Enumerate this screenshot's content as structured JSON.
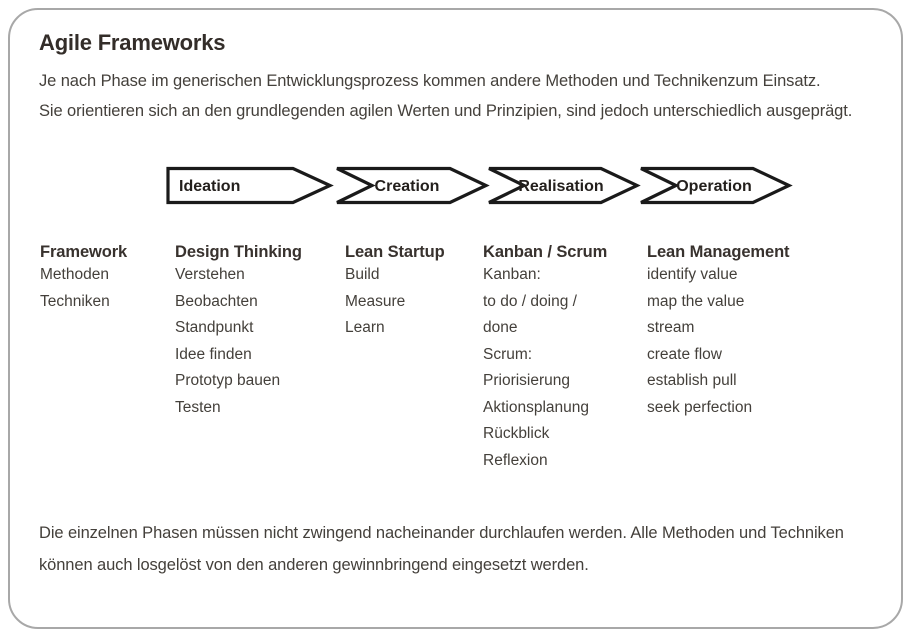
{
  "header": {
    "title": "Agile Frameworks",
    "intro_lines": [
      "Je nach Phase im generischen Entwicklungsprozess kommen andere Methoden und Technikenzum Einsatz.",
      "Sie orientieren sich an den grundlegenden agilen Werten und Prinzipien, sind jedoch unterschiedlich ausgeprägt."
    ]
  },
  "process": {
    "phases": [
      {
        "label": "Ideation"
      },
      {
        "label": "Creation"
      },
      {
        "label": "Realisation"
      },
      {
        "label": "Operation"
      }
    ]
  },
  "matrix": {
    "row_header": "Framework",
    "row_labels": [
      "Methoden",
      "Techniken"
    ],
    "frameworks": [
      {
        "header": "Design Thinking",
        "items": [
          "Verstehen",
          "Beobachten",
          "Standpunkt",
          "Idee finden",
          "Prototyp bauen",
          "Testen"
        ]
      },
      {
        "header": "Lean Startup",
        "items": [
          "Build",
          "Measure",
          "Learn"
        ]
      },
      {
        "header": "Kanban / Scrum",
        "items": [
          "Kanban:",
          "to do / doing /",
          "done",
          "Scrum:",
          "Priorisierung",
          "Aktionsplanung",
          "Rückblick",
          "Reflexion"
        ]
      },
      {
        "header": "Lean Management",
        "items": [
          "identify value",
          "map the value",
          "stream",
          "create flow",
          "establish pull",
          "seek perfection"
        ]
      }
    ]
  },
  "footer": {
    "lines": [
      "Die einzelnen Phasen müssen nicht zwingend nacheinander durchlaufen werden. Alle Methoden und Techniken",
      "können auch losgelöst von den anderen gewinnbringend eingesetzt werden."
    ]
  },
  "colors": {
    "text": "#44403b",
    "title": "#332d29",
    "arrow_stroke": "#1a1a1a",
    "card_border": "#a8a8a8",
    "background": "#ffffff"
  }
}
